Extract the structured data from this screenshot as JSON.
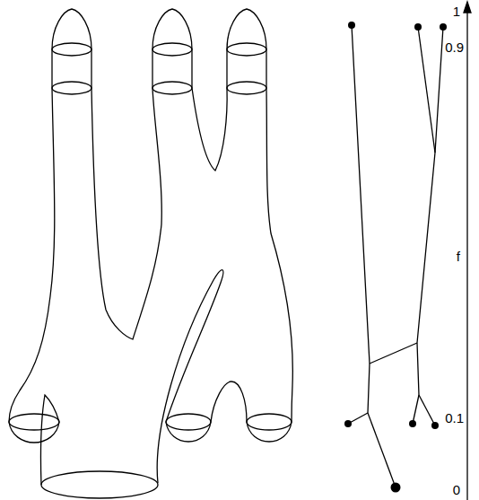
{
  "diagram": {
    "labels": [
      "1",
      "0.9",
      "f",
      "0.1",
      "0"
    ]
  }
}
